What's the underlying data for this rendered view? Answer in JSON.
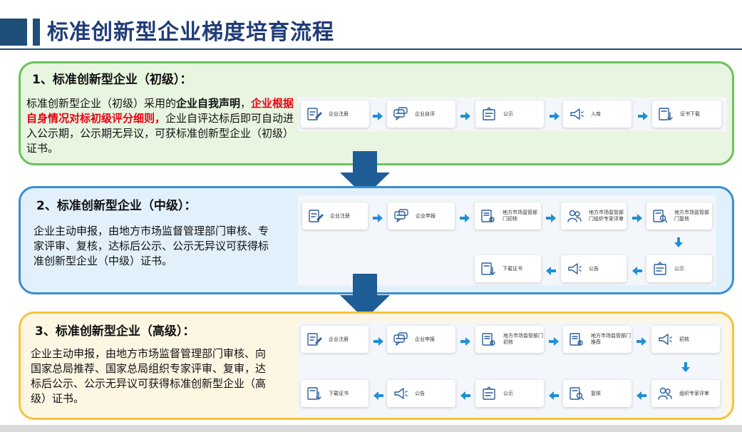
{
  "title": "标准创新型企业梯度培育流程",
  "colors": {
    "navy": "#1f4e79",
    "green_border": "#6ac35a",
    "green_bg": "#e8f5e0",
    "blue_border": "#3a8ed0",
    "blue_bg": "#e2f0fb",
    "gold_border": "#f5c33b",
    "gold_bg": "#fdf6e3",
    "red_text": "#e60012",
    "arrow_blue": "#1f8fd6",
    "big_arrow": "#1f5d96"
  },
  "levels": [
    {
      "heading": "1、标准创新型企业（初级）：",
      "desc_part1": "标准创新型企业（初级）采用的",
      "desc_bold": "企业自我声明",
      "desc_part2": "，",
      "desc_red": "企业根据自身情况对标初级评分细则，",
      "desc_part3": "企业自评达标后即可自动进入公示期，公示期无异议，可获标准创新型企业（初级）证书。",
      "steps": [
        {
          "label": "企业注册",
          "icon": "register-icon"
        },
        {
          "label": "企业自评",
          "icon": "chat-icon"
        },
        {
          "label": "公示",
          "icon": "notice-board-icon"
        },
        {
          "label": "入库",
          "icon": "megaphone-icon"
        },
        {
          "label": "证书下载",
          "icon": "download-doc-icon"
        }
      ]
    },
    {
      "heading": "2、标准创新型企业（中级）：",
      "desc": "企业主动申报，由地方市场监督管理部门审核、专家评审、复核，达标后公示、公示无异议可获得标准创新型企业（中级）证书。",
      "steps": [
        {
          "label": "企业注册",
          "icon": "register-icon"
        },
        {
          "label": "企业申报",
          "icon": "chat-icon"
        },
        {
          "label": "地方市场监管部门初核",
          "icon": "review-doc-icon"
        },
        {
          "label": "地方市场监管部门组织专家评审",
          "icon": "experts-icon"
        },
        {
          "label": "地方市场监管部门复核",
          "icon": "search-doc-icon"
        },
        {
          "label": "公示",
          "icon": "notice-board-icon"
        },
        {
          "label": "公告",
          "icon": "megaphone-icon"
        },
        {
          "label": "下载证书",
          "icon": "download-doc-icon"
        }
      ]
    },
    {
      "heading": "3、标准创新型企业（高级）：",
      "desc": "企业主动申报，由地方市场监督管理部门审核、向国家总局推荐、国家总局组织专家评审、复审，达标后公示、公示无异议可获得标准创新型企业（高级）证书。",
      "steps": [
        {
          "label": "企业注册",
          "icon": "register-icon"
        },
        {
          "label": "企业申报",
          "icon": "chat-icon"
        },
        {
          "label": "地方市场监管部门初核",
          "icon": "review-doc-icon"
        },
        {
          "label": "地方市场监管部门推荐",
          "icon": "review-doc-icon"
        },
        {
          "label": "初核",
          "icon": "megaphone-icon"
        },
        {
          "label": "组织专家评审",
          "icon": "experts-icon"
        },
        {
          "label": "复核",
          "icon": "search-doc-icon"
        },
        {
          "label": "公示",
          "icon": "notice-board-icon"
        },
        {
          "label": "公告",
          "icon": "megaphone-icon"
        },
        {
          "label": "下载证书",
          "icon": "download-doc-icon"
        }
      ]
    }
  ]
}
